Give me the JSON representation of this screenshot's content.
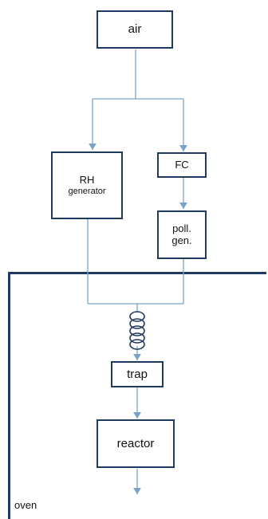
{
  "diagram": {
    "nodes": {
      "air": "air",
      "rh_line1": "RH",
      "rh_line2": "generator",
      "fc": "FC",
      "poll_line1": "poll.",
      "poll_line2": "gen.",
      "trap": "trap",
      "reactor": "reactor"
    },
    "container_label": "oven",
    "colors": {
      "box_border": "#1f3a5f",
      "line": "#7aa3c8",
      "text": "#111111"
    }
  }
}
